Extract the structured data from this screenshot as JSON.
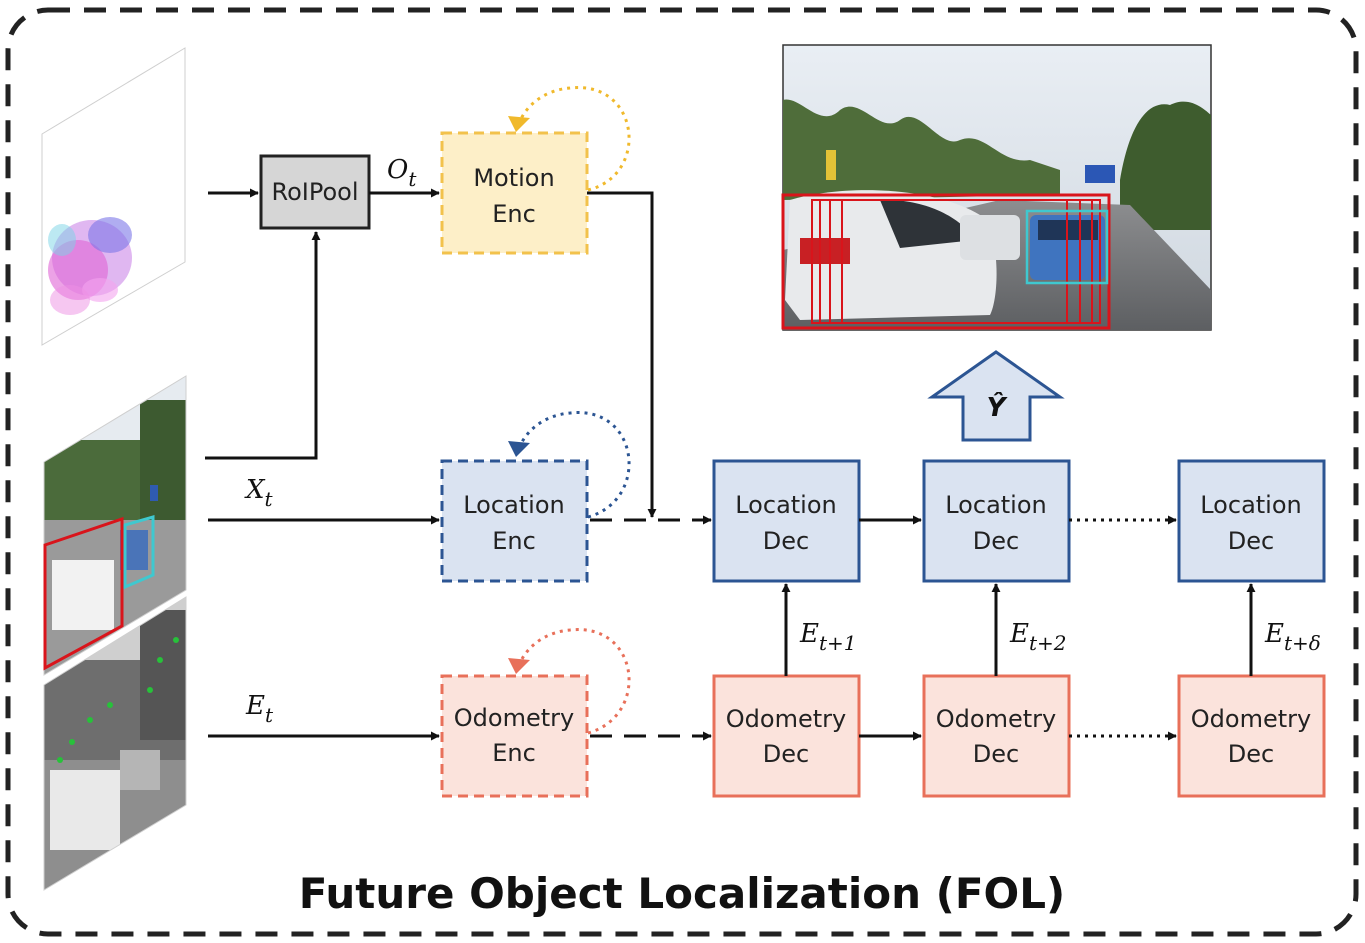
{
  "title": "Future Object Localization (FOL)",
  "colors": {
    "frame": "#222222",
    "motion_fill": "#fdefc8",
    "motion_stroke": "#f2c24c",
    "motion_loop": "#f0b92c",
    "location_fill": "#dae3f1",
    "location_stroke": "#2c5593",
    "location_loop": "#2c5593",
    "odometry_fill": "#fbe3dc",
    "odometry_stroke": "#e8705a",
    "odometry_loop": "#e8705a",
    "roipool_fill": "#d6d6d6",
    "roipool_stroke": "#222222",
    "output_arrow_fill": "#dae3f1",
    "output_arrow_stroke": "#2c5593",
    "bbox_red": "#d9141b",
    "bbox_cyan": "#3fc8cf",
    "arrow": "#111111"
  },
  "blocks": {
    "roipool": {
      "label": "RoIPool"
    },
    "motion_enc": {
      "line1": "Motion",
      "line2": "Enc"
    },
    "location_enc": {
      "line1": "Location",
      "line2": "Enc"
    },
    "odometry_enc": {
      "line1": "Odometry",
      "line2": "Enc"
    },
    "location_dec_1": {
      "line1": "Location",
      "line2": "Dec"
    },
    "location_dec_2": {
      "line1": "Location",
      "line2": "Dec"
    },
    "location_dec_3": {
      "line1": "Location",
      "line2": "Dec"
    },
    "odometry_dec_1": {
      "line1": "Odometry",
      "line2": "Dec"
    },
    "odometry_dec_2": {
      "line1": "Odometry",
      "line2": "Dec"
    },
    "odometry_dec_3": {
      "line1": "Odometry",
      "line2": "Dec"
    }
  },
  "labels": {
    "o_t": {
      "main": "O",
      "sub": "t"
    },
    "x_t": {
      "main": "X",
      "sub": "t"
    },
    "e_t": {
      "main": "E",
      "sub": "t"
    },
    "e_t1": {
      "main": "E",
      "sub": "t+1"
    },
    "e_t2": {
      "main": "E",
      "sub": "t+2"
    },
    "e_td": {
      "main": "E",
      "sub": "t+δ"
    },
    "y_hat": "Ŷ"
  },
  "images": {
    "optical_flow": "optical-flow-frame",
    "rgb_frame": "dashcam-rgb-frame",
    "feature_frame": "grayscale-feature-frame",
    "prediction": "prediction-output-frame"
  }
}
